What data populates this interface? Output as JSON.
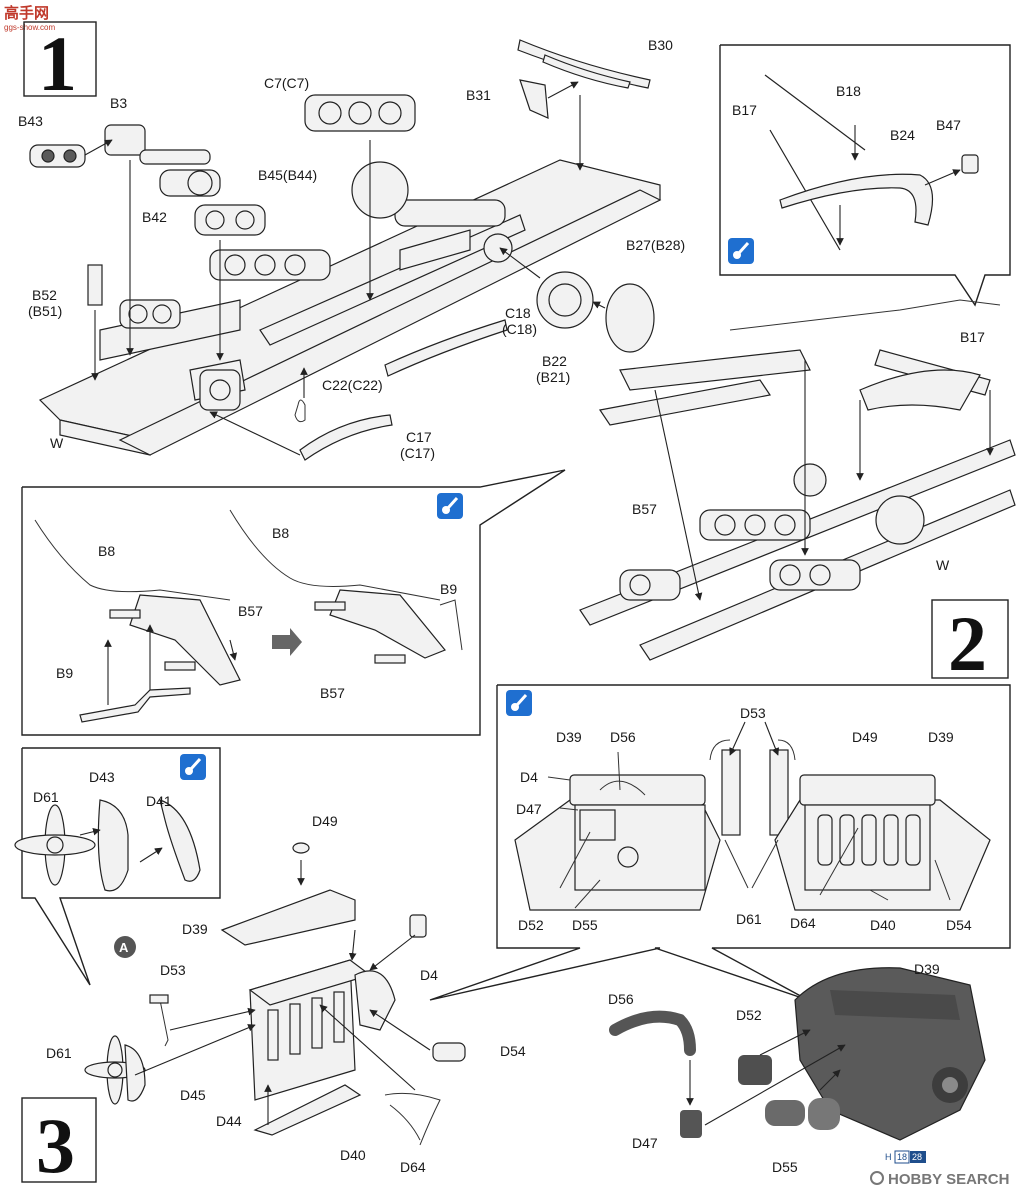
{
  "watermark": {
    "line1": "高手网",
    "line2": "ggs-show.com"
  },
  "steps": {
    "s1": "1",
    "s2": "2",
    "s3": "3"
  },
  "step1": {
    "labels": {
      "b43": "B43",
      "b3": "B3",
      "b42": "B42",
      "c7": "C7(C7)",
      "b45": "B45(B44)",
      "b31": "B31",
      "b30": "B30",
      "b52": "B52",
      "b51": "(B51)",
      "w": "W",
      "c18a": "C18",
      "c18b": "(C18)",
      "c22": "C22(C22)",
      "c17a": "C17",
      "c17b": "(C17)",
      "b22a": "B22",
      "b22b": "(B21)",
      "b27": "B27(B28)"
    }
  },
  "inset1": {
    "labels": {
      "b17": "B17",
      "b18": "B18",
      "b24": "B24",
      "b47": "B47"
    }
  },
  "step2": {
    "labels": {
      "b17": "B17",
      "b57": "B57",
      "w": "W"
    }
  },
  "inset2": {
    "labels": {
      "b8a": "B8",
      "b57a": "B57",
      "b9a": "B9",
      "b8b": "B8",
      "b9b": "B9",
      "b57b": "B57"
    }
  },
  "inset3": {
    "labels": {
      "d61": "D61",
      "d43": "D43",
      "d41": "D41"
    }
  },
  "step3": {
    "marker": "A",
    "labels": {
      "d49": "D49",
      "d39": "D39",
      "d4": "D4",
      "d53": "D53",
      "d61": "D61",
      "d54": "D54",
      "d45": "D45",
      "d44": "D44",
      "d40": "D40",
      "d64": "D64"
    }
  },
  "inset4": {
    "labels": {
      "d53": "D53",
      "d39a": "D39",
      "d56": "D56",
      "d4": "D4",
      "d47": "D47",
      "d49": "D49",
      "d39b": "D39",
      "d52": "D52",
      "d55": "D55",
      "d61": "D61",
      "d64": "D64",
      "d40": "D40",
      "d54": "D54"
    }
  },
  "engine": {
    "labels": {
      "d56": "D56",
      "d52": "D52",
      "d39": "D39",
      "d47": "D47",
      "d55": "D55"
    }
  },
  "footer": {
    "page_prefix": "H",
    "page_a": "18",
    "page_b": "28",
    "brand": "HOBBY SEARCH"
  },
  "colors": {
    "ink": "#222222",
    "paint_icon": "#1f6fd0",
    "watermark": "#c0392b"
  }
}
